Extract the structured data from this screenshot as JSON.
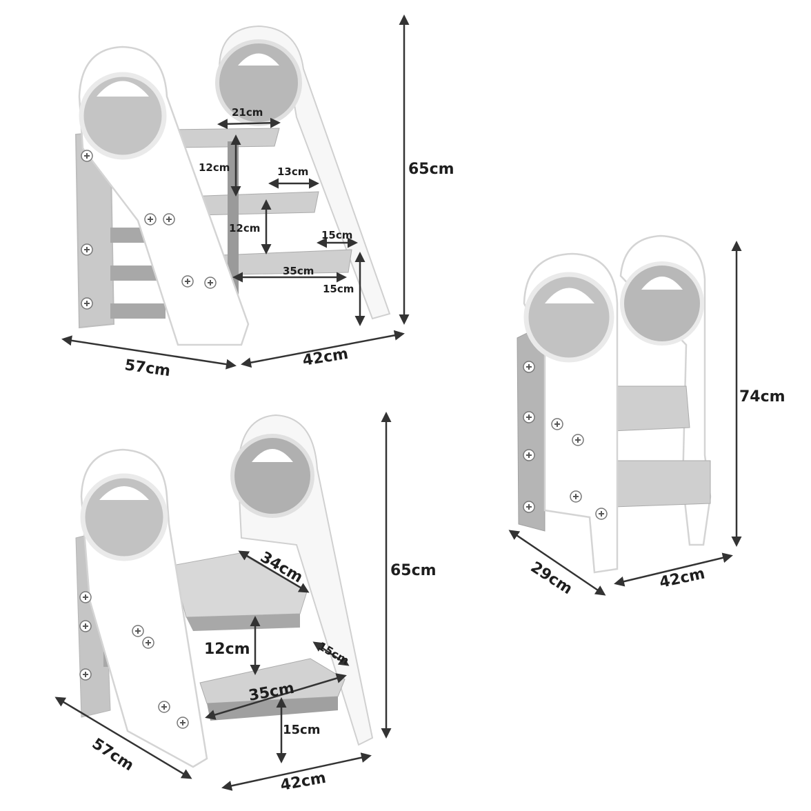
{
  "colors": {
    "frame": "#ffffff",
    "frame_edge": "#d6d6d6",
    "panel_gray": "#a9a9a9",
    "step_gray": "#cfcfcf",
    "step_dark": "#9e9e9e",
    "arrow": "#333333",
    "screw": "#666666"
  },
  "views": {
    "top_left": {
      "height": "65cm",
      "width": "57cm",
      "depth": "42cm",
      "step_width_top": "21cm",
      "step_gap_1": "12cm",
      "step_depth_1": "13cm",
      "step_gap_2": "12cm",
      "step_depth_2": "15cm",
      "step_width_bottom": "35cm",
      "bottom_height": "15cm"
    },
    "right": {
      "height": "74cm",
      "depth": "29cm",
      "width": "42cm"
    },
    "bottom_left": {
      "height": "65cm",
      "top_step_width": "34cm",
      "step_gap": "12cm",
      "step_depth": "15cm",
      "step_width": "35cm",
      "bottom_height": "15cm",
      "width": "57cm",
      "depth": "42cm"
    }
  }
}
